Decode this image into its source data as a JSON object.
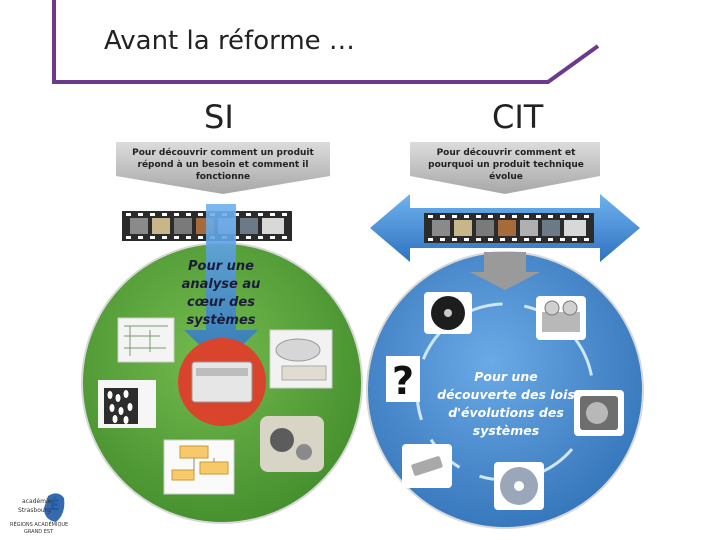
{
  "slide": {
    "title": "Avant la réforme …",
    "accent_color": "#6b3a8c"
  },
  "left": {
    "heading": "SI",
    "band_text": "Pour découvrir comment un produit répond à un besoin et comment il fonctionne",
    "circle_text": "Pour une analyse au cœur des systèmes",
    "circle_color": "#5a9e3a",
    "arrow_color": "#3a7cc8",
    "center_color": "#d9442c"
  },
  "right": {
    "heading": "CIT",
    "band_text": "Pour découvrir comment et pourquoi un produit technique évolue",
    "circle_text": "Pour une découverte des lois d'évolutions des systèmes",
    "circle_color": "#4a8fd4",
    "question_mark": "?"
  },
  "logo": {
    "line1": "académie",
    "line2": "Strasbourg",
    "line3": "RÉGIONS ACADÉMIQUE",
    "line4": "GRAND EST"
  }
}
